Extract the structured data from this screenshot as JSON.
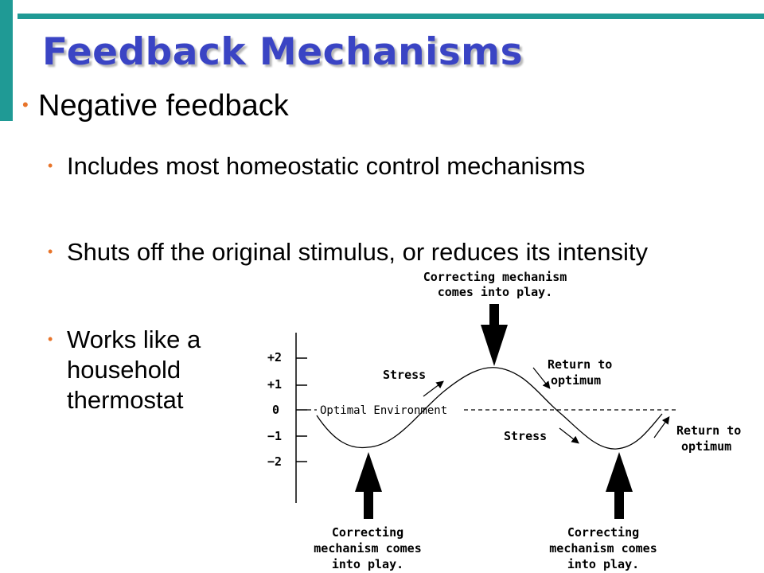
{
  "slide": {
    "title": "Feedback Mechanisms",
    "bullet_main": "Negative feedback",
    "sub_bullets": [
      "Includes most homeostatic control mechanisms",
      "Shuts off the original stimulus, or reduces its intensity",
      "Works like a household thermostat"
    ]
  },
  "figure": {
    "y_ticks": [
      "+2",
      "+1",
      "0",
      "−1",
      "−2"
    ],
    "baseline_label": "Optimal Environment",
    "stress_labels": [
      "Stress",
      "Stress"
    ],
    "return_labels": [
      {
        "line1": "Return to",
        "line2": "optimum"
      },
      {
        "line1": "Return to",
        "line2": "optimum"
      }
    ],
    "correcting_top": {
      "line1": "Correcting mechanism",
      "line2": "comes into play."
    },
    "correcting_bottom_left": {
      "line1": "Correcting",
      "line2": "mechanism comes",
      "line3": "into play."
    },
    "correcting_bottom_right": {
      "line1": "Correcting",
      "line2": "mechanism comes",
      "line3": "into play."
    }
  },
  "colors": {
    "accent_teal": "#1f9a95",
    "title_blue": "#3a44c4",
    "bullet_orange": "#e8742a"
  }
}
